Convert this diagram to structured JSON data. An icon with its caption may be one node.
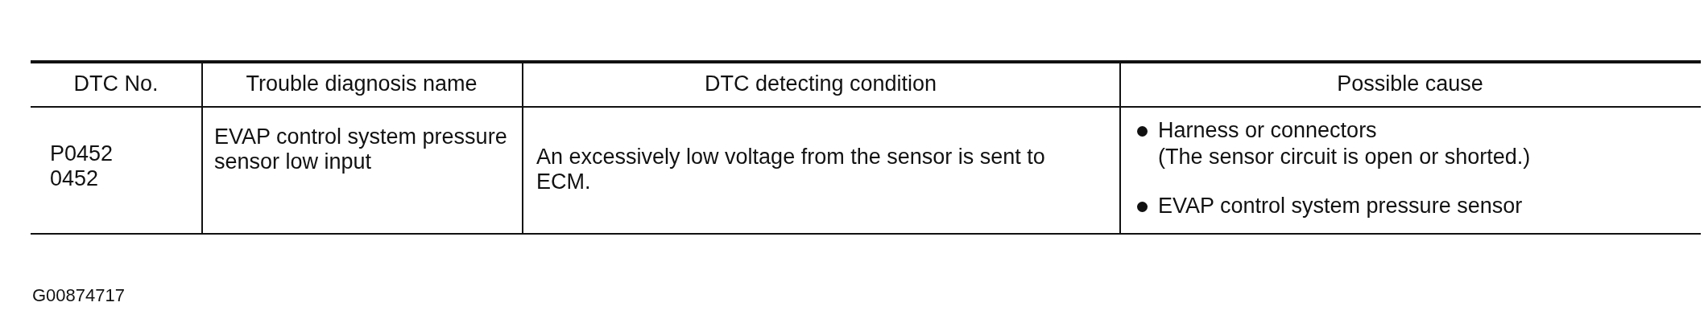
{
  "diagram": {
    "labels": [
      "DTC No.",
      "Trouble diagnosis name",
      "DTC detecting condition",
      "Possible cause",
      "P0452",
      "0452",
      "EVAP control system pressure sensor low input",
      "An excessively low voltage from the sensor is sent to ECM.",
      "Harness or connectors",
      "(The sensor circuit is open or shorted.)",
      "EVAP control system pressure sensor",
      "G00874717"
    ]
  }
}
